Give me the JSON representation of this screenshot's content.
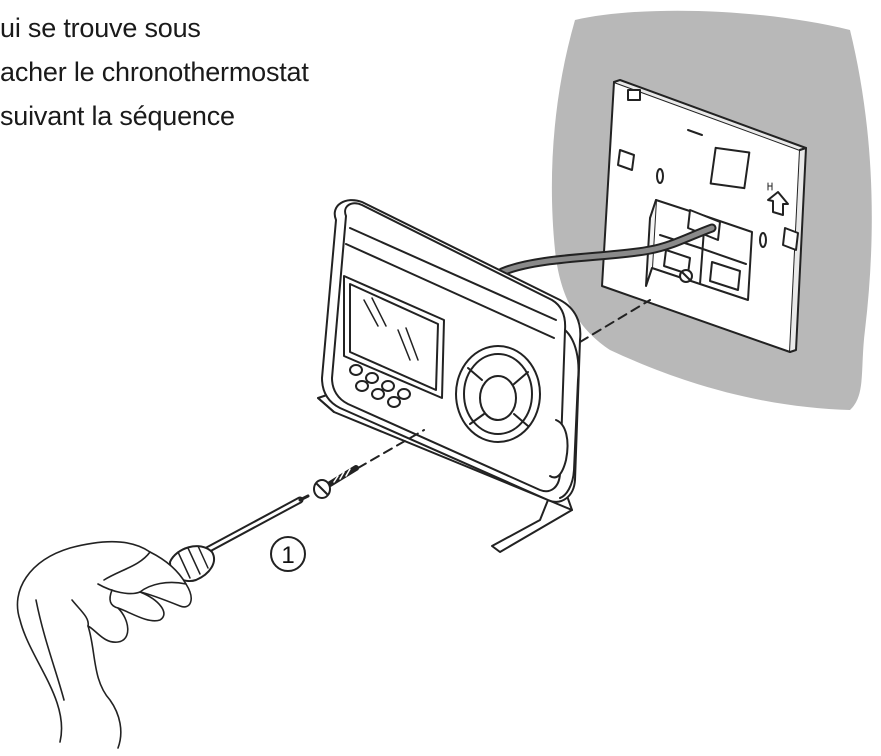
{
  "caption": {
    "lines": [
      "ui se trouve sous",
      "acher le chronothermostat",
      "suivant la séquence"
    ]
  },
  "callout": {
    "step": "1"
  },
  "colors": {
    "wall": "#b8b8b8",
    "line": "#222222",
    "device": "#ffffff"
  },
  "icons": [
    "hand-with-screwdriver",
    "screw",
    "wall-plate",
    "thermostat-device",
    "arrow-up-icon"
  ]
}
